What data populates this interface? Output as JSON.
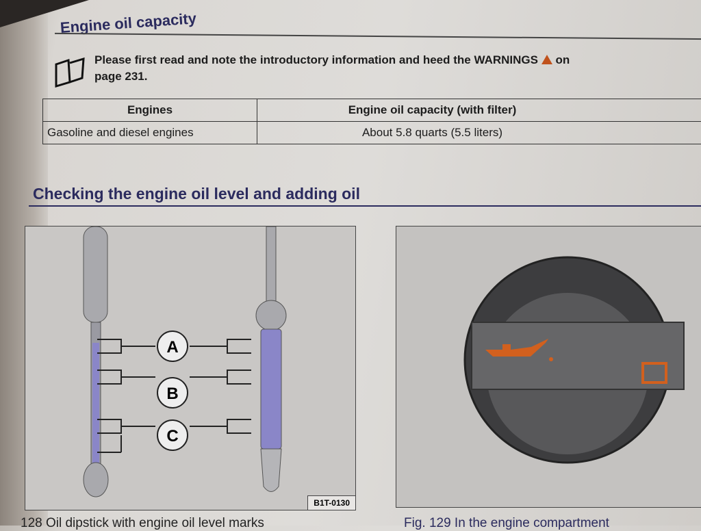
{
  "section1": {
    "title": "Engine oil capacity",
    "note": "Please first read and note the introductory information and heed the WARNINGS",
    "note_on": "on",
    "note_page": "page 231."
  },
  "table": {
    "headers": [
      "Engines",
      "Engine oil capacity (with filter)"
    ],
    "rows": [
      [
        "Gasoline and diesel engines",
        "About 5.8 quarts (5.5 liters)"
      ]
    ]
  },
  "section2": {
    "title": "Checking the engine oil level and adding oil"
  },
  "figure_left": {
    "marks": [
      "A",
      "B",
      "C"
    ],
    "code": "B1T-0130"
  },
  "captions": {
    "left": "128 Oil dipstick with engine oil level marks",
    "right": "Fig. 129 In the engine compartment"
  },
  "colors": {
    "heading": "#2b2b5e",
    "warning": "#c0521c",
    "oil_icon": "#d2601e",
    "dipstick_band": "#8a86c8"
  }
}
